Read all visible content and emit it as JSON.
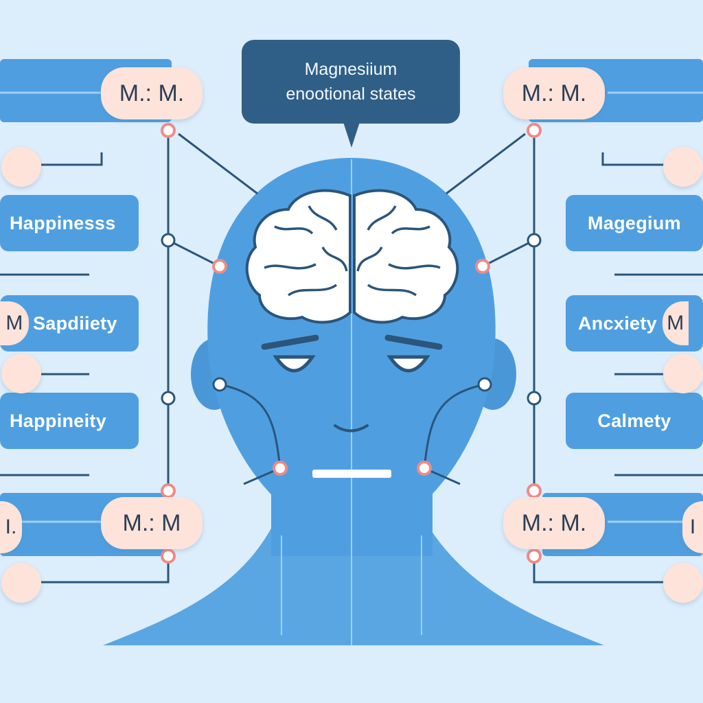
{
  "callout": {
    "line1": "Magnesiium",
    "line2": "enootional states"
  },
  "left_labels": [
    "Happinesss",
    "Sapdiiety",
    "Happineity"
  ],
  "right_labels": [
    "Magegium",
    "Ancxiety",
    "Calmety"
  ],
  "pill_labels": {
    "top_left": "M.: M.",
    "top_right": "M.: M.",
    "bottom_left": "M.: M",
    "bottom_right": "M.: M."
  },
  "edge_fragments": {
    "left_sapdiiety": "M",
    "left_bottom": "I.",
    "right_anxiety": "M",
    "right_bottom": "I"
  },
  "colors": {
    "background": "#dcedfb",
    "head": "#4f9fe0",
    "label_box": "#4f9fe0",
    "callout": "#2f5f86",
    "node_pink": "#fde3d9",
    "line": "#2b557a"
  }
}
